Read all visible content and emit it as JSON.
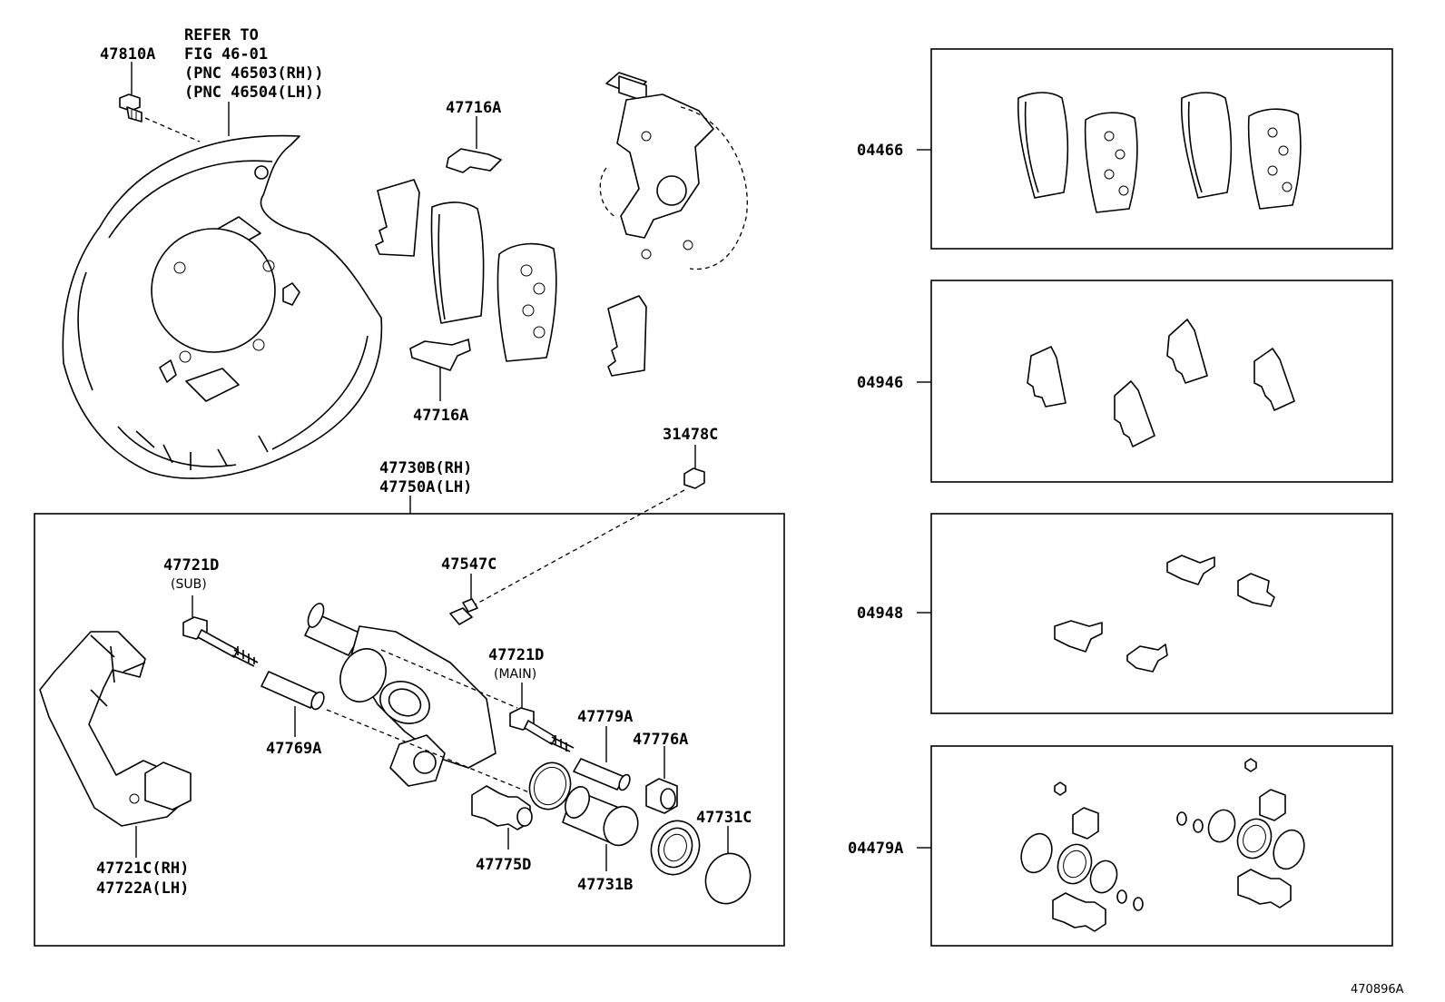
{
  "diagram": {
    "figure_id": "470896A",
    "refer_note": [
      "REFER TO",
      "FIG 46-01",
      "(PNC 46503(RH))",
      "(PNC 46504(LH))"
    ],
    "labels": {
      "p47810A": "47810A",
      "p47716A_top": "47716A",
      "p47716A_bottom": "47716A",
      "p31478C": "31478C",
      "p47730B": "47730B(RH)",
      "p47750A": "47750A(LH)",
      "p47721D_sub": "47721D",
      "p47721D_sub_note": "(SUB)",
      "p47547C": "47547C",
      "p47721D_main": "47721D",
      "p47721D_main_note": "(MAIN)",
      "p47769A": "47769A",
      "p47779A": "47779A",
      "p47776A": "47776A",
      "p47731C": "47731C",
      "p47775D": "47775D",
      "p47731B": "47731B",
      "p47721C": "47721C(RH)",
      "p47722A": "47722A(LH)"
    },
    "kits": [
      {
        "id": "04466"
      },
      {
        "id": "04946"
      },
      {
        "id": "04948"
      },
      {
        "id": "04479A"
      }
    ]
  }
}
